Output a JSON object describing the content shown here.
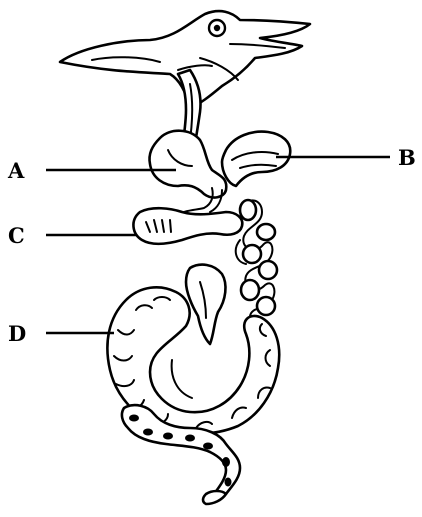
{
  "labels": {
    "a": "A",
    "b": "B",
    "c": "C",
    "d": "D"
  },
  "colors": {
    "ink": "#000000",
    "background": "#ffffff"
  }
}
